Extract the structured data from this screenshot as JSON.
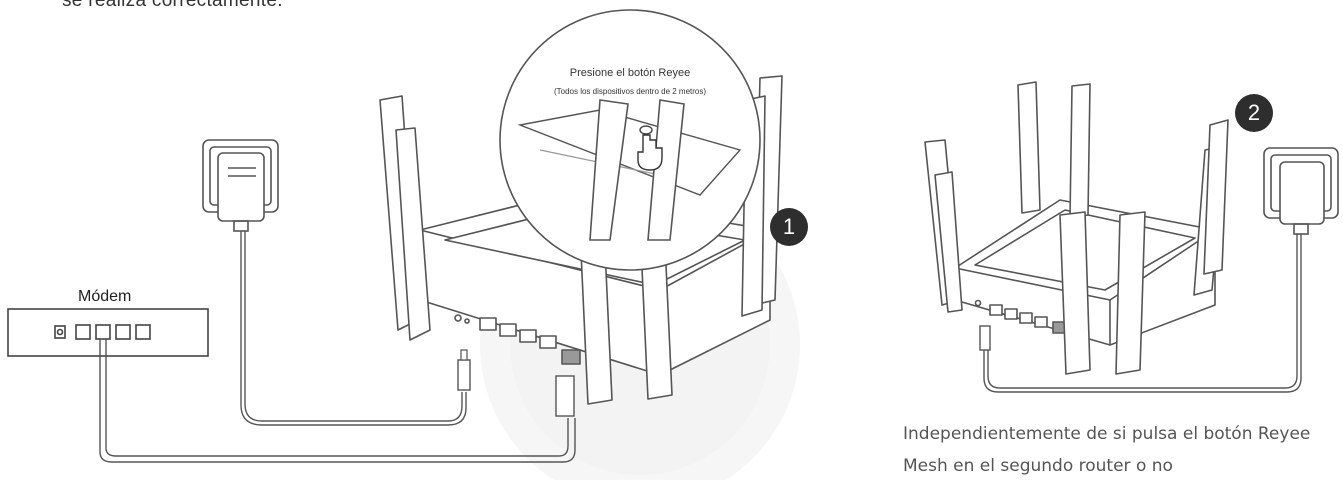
{
  "caption_top": "se realiza correctamente.",
  "modem": {
    "label": "Módem"
  },
  "callout": {
    "title": "Presione el botón Reyee",
    "subtitle": "(Todos los dispositivos dentro de 2 metros)"
  },
  "steps": [
    "1",
    "2"
  ],
  "note": {
    "line1": "Independientemente de si pulsa el botón Reyee",
    "line2": "Mesh en el segundo router o no"
  },
  "colors": {
    "line": "#555555",
    "badge": "#2e2e2e",
    "watermark": "#f0f0f0"
  }
}
